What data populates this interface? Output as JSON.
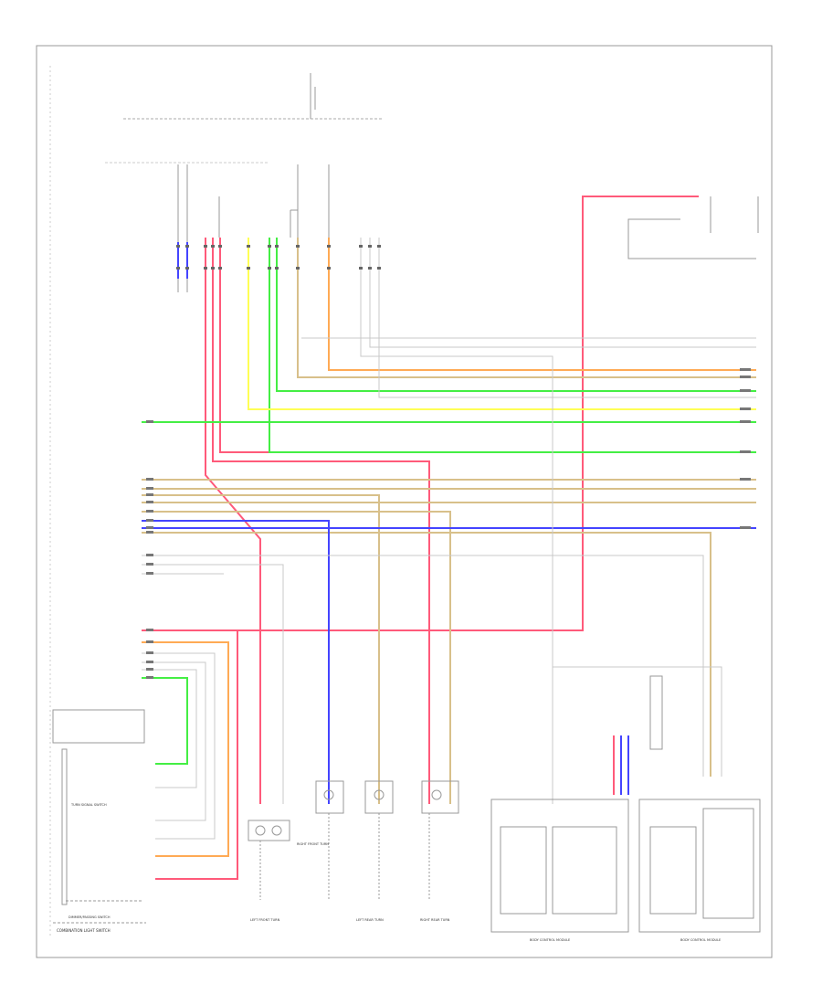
{
  "diagram": {
    "footer_code": "",
    "labels": {
      "left_bottom_switch": "COMBINATION LIGHT SWITCH",
      "turn_signal_switch": "TURN SIGNAL SWITCH",
      "dimmer_passing_switch": "DIMMER/PASSING SWITCH",
      "body_control_module_left": "BODY CONTROL MODULE",
      "body_control_module_right": "BODY CONTROL MODULE",
      "left_front_turn": "LEFT FRONT TURN",
      "left_rear_turn": "LEFT REAR TURN",
      "right_front_turn": "RIGHT FRONT TURN",
      "right_rear_turn": "RIGHT REAR TURN"
    }
  },
  "wire_colors": {
    "pink": "#ff5a7a",
    "orange": "#ffaa55",
    "green": "#44ee44",
    "yellow": "#ffff55",
    "tan": "#d8c08a",
    "blue": "#4444ff",
    "gray": "#b4b4b4"
  }
}
